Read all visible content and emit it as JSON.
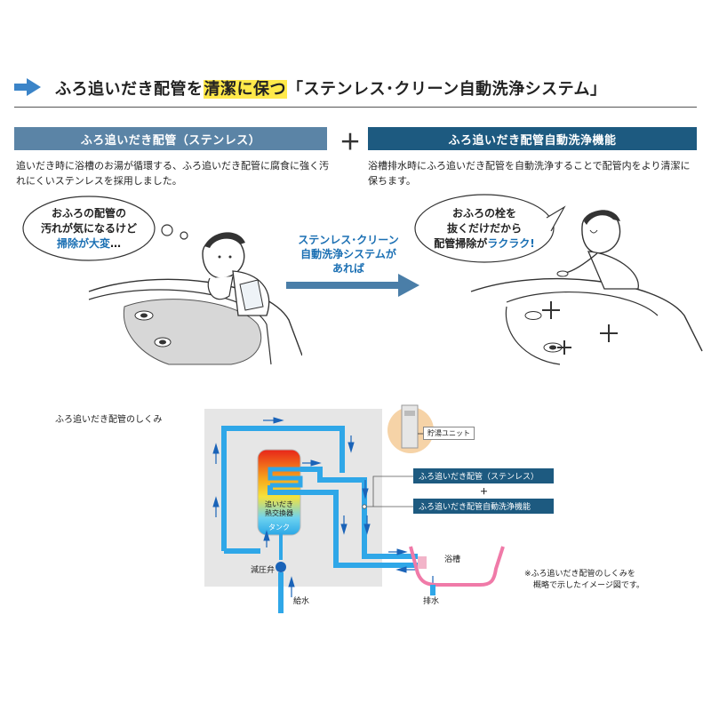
{
  "header": {
    "title_prefix": "ふろ追いだき配管を",
    "title_highlight": "清潔に保つ",
    "title_suffix": "「ステンレス･クリーン自動洗浄システム」"
  },
  "left_section": {
    "banner": "ふろ追いだき配管（ステンレス）",
    "description": "追いだき時に浴槽のお湯が循環する、ふろ追いだき配管に腐食に強く汚れにくいステンレスを採用しました。",
    "bubble_line1": "おふろの配管の",
    "bubble_line2": "汚れが気になるけど",
    "bubble_emphasis": "掃除が大変",
    "bubble_tail": "…"
  },
  "plus_sign": "＋",
  "right_section": {
    "banner": "ふろ追いだき配管自動洗浄機能",
    "description": "浴槽排水時にふろ追いだき配管を自動洗浄することで配管内をより清潔に保ちます。",
    "bubble_line1": "おふろの栓を",
    "bubble_line2": "抜くだけだから",
    "bubble_line3_pre": "配管掃除が",
    "bubble_emphasis": "ラクラク",
    "bubble_tail": "!"
  },
  "transition": {
    "line1": "ステンレス･クリーン",
    "line2": "自動洗浄システムが",
    "line3": "あれば"
  },
  "diagram": {
    "section_label": "ふろ追いだき配管のしくみ",
    "storage_unit": "貯湯ユニット",
    "heat_exchanger_line1": "追いだき",
    "heat_exchanger_line2": "熱交換器",
    "tank": "タンク",
    "pressure_valve": "減圧弁",
    "water_supply": "給水",
    "drain": "排水",
    "bathtub": "浴槽",
    "callout_1": "ふろ追いだき配管（ステンレス）",
    "callout_plus": "＋",
    "callout_2": "ふろ追いだき配管自動洗浄機能",
    "note_line1": "※ふろ追いだき配管のしくみを",
    "note_line2": "概略で示したイメージ図です。"
  },
  "colors": {
    "title_highlight": "#ffe94a",
    "banner_left": "#5b84a6",
    "banner_right": "#1d5a80",
    "emphasis_text": "#1a6fb3",
    "pipe_blue": "#2fa7e8",
    "pipe_dark": "#1a63b8",
    "bathtub_pink": "#f07aa8",
    "unit_bg": "#e6e6e6"
  }
}
